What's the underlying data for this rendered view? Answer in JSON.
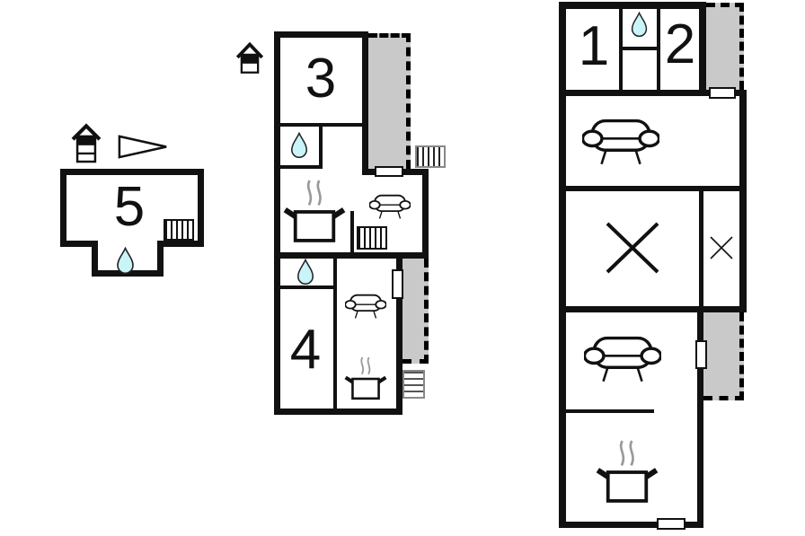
{
  "document": {
    "kind": "vacation-home-floor-plan",
    "background": "#ffffff"
  },
  "palette": {
    "wall": "#111111",
    "terrace_fill": "#c9c9c9",
    "terrace_dash": "#000000",
    "water_drop_fill": "#c9f4f8",
    "water_drop_outline": "#222222",
    "steam": "#999999",
    "stairs_outline": "#888888"
  },
  "rooms": {
    "unit1": "1",
    "unit2": "2",
    "unit3": "3",
    "unit4": "4",
    "unit5": "5"
  },
  "icon_legend": {
    "water-drop-icon": "teardrop shape = bathroom / water",
    "stove-pot-icon": "pot with steam = kitchen",
    "sofa-icon": "sofa front view = living / sleeping area",
    "radiator-icon": "vertically striped box = radiator",
    "stairs-icon": "striped box outside wall = exterior stairs",
    "house-icon": "gabled hut glyph = building / annex marker",
    "pennant-icon": "triangular flag outline",
    "crossed-out-area-icon": "X = not available area",
    "terrace": "grey area with dashed border = terrace",
    "door-window": "white gap in wall = door / window"
  },
  "buildings": [
    {
      "name": "annex-unit-5",
      "rooms": [
        "5"
      ],
      "features": [
        "house-3-stripe-icon",
        "pennant-icon",
        "radiator",
        "water-drop-porch"
      ]
    },
    {
      "name": "building-units-3-4",
      "rooms": [
        "3",
        "4"
      ],
      "features": [
        "house-2-stripe-icon",
        "bathroom-drop-upper",
        "kitchen-pot",
        "sofa-upper",
        "radiator",
        "terrace-upper",
        "stairs-upper",
        "bathroom-drop-lower",
        "sofa-lower",
        "kitchenette-pot",
        "terrace-lower",
        "stairs-lower",
        "door-upper",
        "door-lower"
      ]
    },
    {
      "name": "building-units-1-2",
      "rooms": [
        "1",
        "2"
      ],
      "features": [
        "bathroom-drop",
        "terrace-top",
        "sofa-upper",
        "crossed-area-large",
        "crossed-area-small",
        "sofa-lower",
        "terrace-side",
        "kitchen-pot",
        "door-top",
        "door-side",
        "door-bottom"
      ]
    }
  ]
}
